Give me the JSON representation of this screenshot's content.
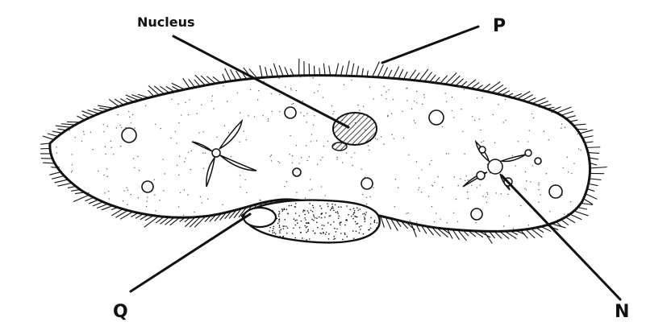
{
  "labels": {
    "nucleus": "Nucleus",
    "p": "P",
    "q": "Q",
    "n": "N"
  },
  "colors": {
    "ink": "#111111",
    "background": "#ffffff",
    "stipple": "#555555"
  }
}
